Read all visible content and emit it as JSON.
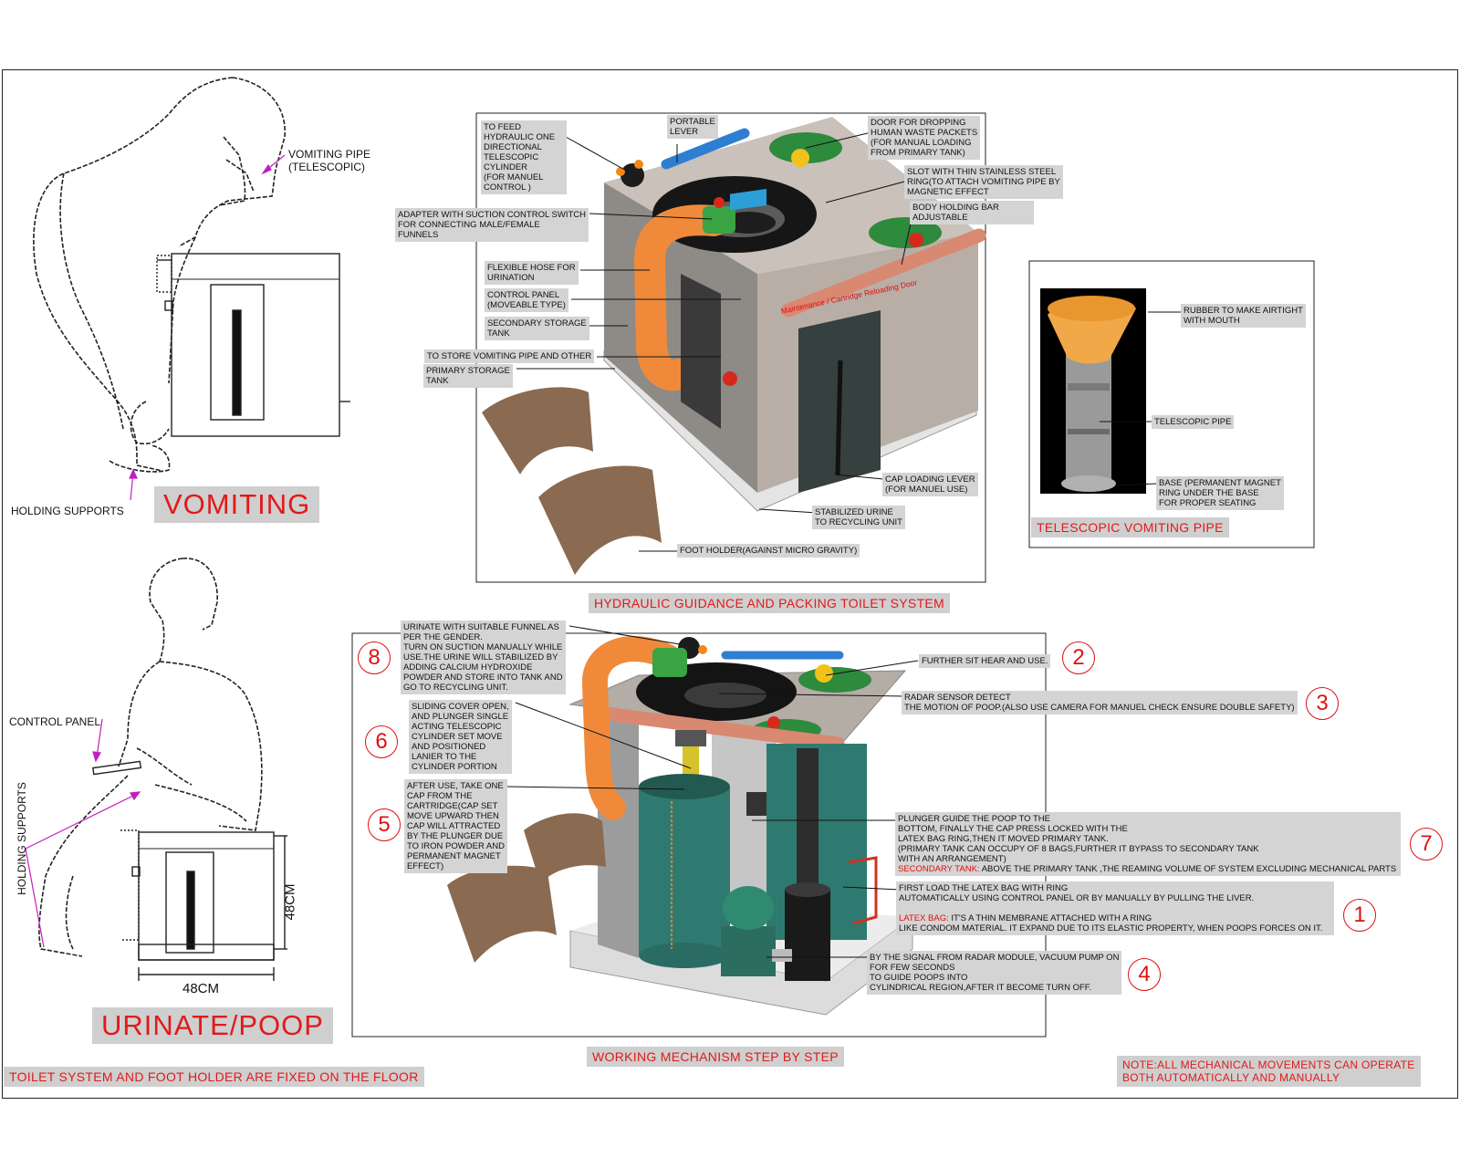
{
  "titles": {
    "vomiting": "VOMITING",
    "urinate": "URINATE/POOP",
    "hydraulic": "HYDRAULIC  GUIDANCE  AND PACKING  TOILET SYSTEM",
    "telescopic": "TELESCOPIC VOMITING PIPE",
    "mechanism": "WORKING MECHANISM STEP BY STEP",
    "floor_note": "TOILET SYSTEM AND FOOT HOLDER  ARE FIXED ON THE FLOOR",
    "mech_note": "NOTE:ALL MECHANICAL MOVEMENTS CAN OPERATE\nBOTH AUTOMATICALLY AND MANUALLY"
  },
  "vomiting_sketch": {
    "vomiting_pipe": "VOMITING PIPE\n(TELESCOPIC)",
    "holding_supports": "HOLDING SUPPORTS"
  },
  "urinate_sketch": {
    "control_panel": "CONTROL PANEL",
    "holding_supports": "HOLDING SUPPORTS",
    "height": "48CM",
    "width": "48CM"
  },
  "hydraulic_labels": {
    "feed_cylinder": "TO FEED\nHYDRAULIC ONE\nDIRECTIONAL\nTELESCOPIC\nCYLINDER\n(FOR MANUEL\nCONTROL )",
    "portable_lever": "PORTABLE\nLEVER",
    "door": "DOOR FOR DROPPING\nHUMAN WASTE PACKETS\n(FOR MANUAL LOADING\nFROM PRIMARY TANK)",
    "slot": "SLOT WITH THIN STAINLESS STEEL\nRING(TO ATTACH VOMITING PIPE BY\nMAGNETIC EFFECT",
    "body_bar": "BODY HOLDING BAR\nADJUSTABLE",
    "adapter": "ADAPTER WITH SUCTION CONTROL SWITCH\nFOR CONNECTING MALE/FEMALE\nFUNNELS",
    "hose": "FLEXIBLE HOSE FOR\nURINATION",
    "control_panel": "CONTROL PANEL\n(MOVEABLE TYPE)",
    "secondary": "SECONDARY STORAGE\nTANK",
    "store_pipe": "TO STORE VOMITING PIPE AND OTHER",
    "primary": "PRIMARY STORAGE\nTANK",
    "cap_lever": "CAP LOADING LEVER\n(FOR MANUEL USE)",
    "stabilized": "STABILIZED URINE\nTO RECYCLING UNIT",
    "foot_holder": "FOOT HOLDER(AGAINST MICRO GRAVITY)",
    "side_text": "Maintenance / Cartridge Reloading Door"
  },
  "telescopic_labels": {
    "rubber": "RUBBER TO MAKE AIRTIGHT\nWITH MOUTH",
    "pipe": "TELESCOPIC PIPE",
    "base": "BASE (PERMANENT MAGNET\n RING UNDER THE BASE\nFOR PROPER SEATING"
  },
  "steps": {
    "s8": "URINATE WITH SUITABLE FUNNEL AS\nPER THE GENDER.\nTURN ON  SUCTION  MANUALLY WHILE\nUSE.THE URINE WILL STABILIZED BY\nADDING CALCIUM HYDROXIDE\nPOWDER AND STORE INTO TANK AND\nGO TO RECYCLING UNIT.",
    "s2": "FURTHER  SIT HEAR AND USE.",
    "s3": "RADAR SENSOR DETECT\nTHE MOTION OF POOP.(ALSO USE CAMERA FOR MANUEL CHECK ENSURE DOUBLE SAFETY)",
    "s6": "SLIDING COVER OPEN,\nAND PLUNGER SINGLE\nACTING TELESCOPIC\nCYLINDER SET MOVE\nAND POSITIONED\nLANIER TO THE\nCYLINDER PORTION",
    "s5": "AFTER USE, TAKE ONE\nCAP FROM THE\nCARTRIDGE(CAP SET\nMOVE UPWARD THEN\nCAP WILL ATTRACTED\nBY THE PLUNGER  DUE\nTO IRON POWDER AND\nPERMANENT MAGNET\nEFFECT)",
    "s7a": "PLUNGER GUIDE THE POOP TO THE\nBOTTOM, FINALLY THE CAP PRESS LOCKED WITH THE\nLATEX  BAG RING,THEN IT MOVED PRIMARY TANK.\n(PRIMARY TANK CAN OCCUPY OF 8 BAGS,FURTHER IT BYPASS TO SECONDARY TANK\nWITH AN ARRANGEMENT)",
    "s7_key": "SECONDARY TANK:",
    "s7_rest": " ABOVE THE PRIMARY TANK ,THE REAMING VOLUME  OF SYSTEM EXCLUDING MECHANICAL PARTS",
    "s1a": "FIRST LOAD THE LATEX BAG WITH RING\nAUTOMATICALLY  USING CONTROL PANEL OR BY MANUALLY BY PULLING THE LIVER.",
    "s1_key": "LATEX BAG:",
    "s1_rest": " IT'S A THIN MEMBRANE ATTACHED WITH A RING\n LIKE CONDOM MATERIAL.  IT EXPAND DUE TO ITS ELASTIC PROPERTY, WHEN POOPS FORCES ON IT.",
    "s4": "BY THE SIGNAL FROM RADAR MODULE, VACUUM PUMP ON\nFOR FEW SECONDS\nTO GUIDE POOPS INTO\nCYLINDRICAL REGION,AFTER IT BECOME TURN OFF.",
    "numbers": [
      "8",
      "2",
      "3",
      "6",
      "5",
      "7",
      "1",
      "4"
    ]
  },
  "colors": {
    "accent_red": "#e01010",
    "label_gray": "#d4d4d4",
    "hose_orange": "#f08a3a",
    "panel_green": "#2e8a3c",
    "tank_teal": "#2f7a70"
  }
}
